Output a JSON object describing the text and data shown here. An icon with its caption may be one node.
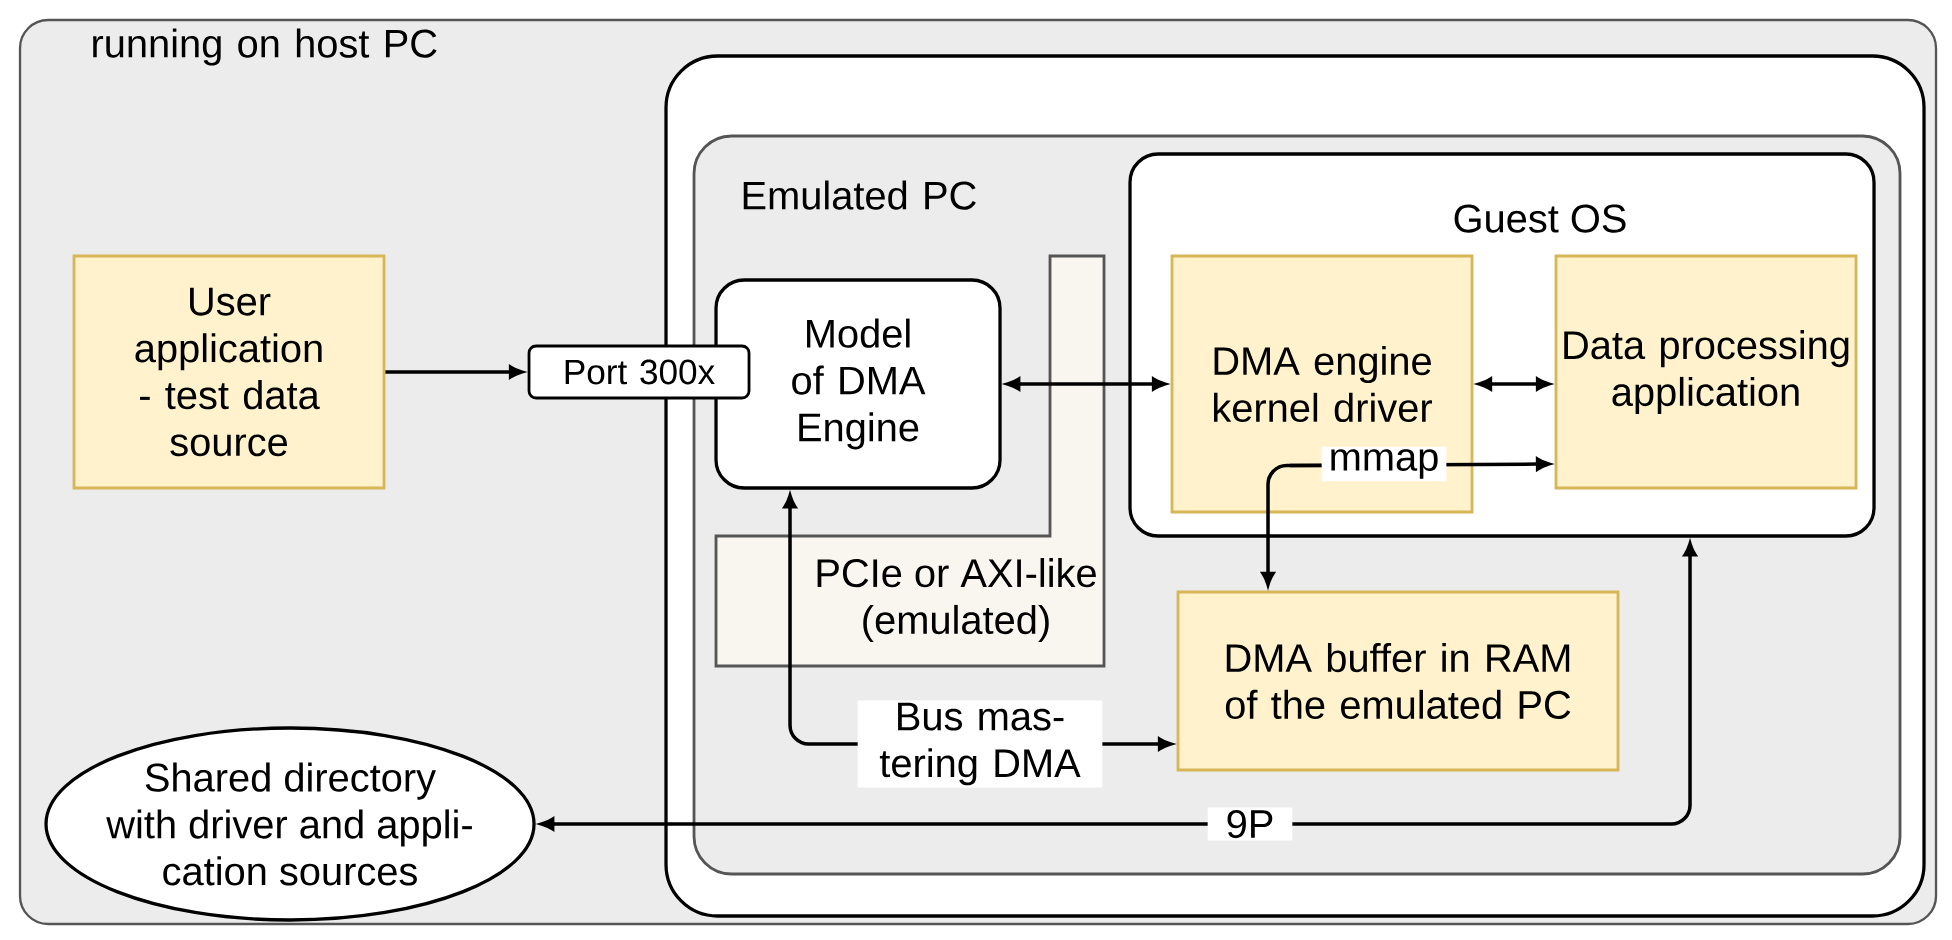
{
  "diagram": {
    "nodes": [
      {
        "text": [
          "running on host PC"
        ]
      },
      {
        "text": [],
        "shape": "box",
        "in": 0
      },
      {
        "text": [
          "Emulated PC"
        ],
        "in": 1
      },
      {
        "text": [
          "Guest OS"
        ],
        "in": 2
      },
      {
        "text": [
          "User application - test data source"
        ],
        "in": 0
      },
      {
        "text": [
          "Port 300x"
        ],
        "in": 0
      },
      {
        "text": [
          "Model of DMA Engine"
        ],
        "in": 2
      },
      {
        "text": [
          "PCIe or AXI-like (emulated)"
        ],
        "in": 2
      },
      {
        "text": [
          "DMA engine kernel driver"
        ],
        "in": 3
      },
      {
        "text": [
          "Data processing application"
        ],
        "in": 3
      },
      {
        "text": [
          "DMA buffer in RAM of the emulated PC"
        ],
        "in": 2
      },
      {
        "text": [
          "Shared directory with driver and appli- cation sources"
        ],
        "in": 0
      }
    ],
    "edges": [
      {
        "from": 4,
        "to": 5,
        "arrow": "to"
      },
      {
        "from": 6,
        "to": 8,
        "arrow": "both"
      },
      {
        "from": 8,
        "to": 9,
        "arrow": "both"
      },
      {
        "from": 8,
        "to": 9,
        "arrow": "to",
        "label": "mmap"
      },
      {
        "from": 8,
        "to": 10,
        "arrow": "to"
      },
      {
        "from": 6,
        "to": 10,
        "arrow": "both",
        "label": "Bus mas- tering DMA"
      },
      {
        "from": 11,
        "to": 3,
        "arrow": "both",
        "label": "9P"
      }
    ]
  }
}
